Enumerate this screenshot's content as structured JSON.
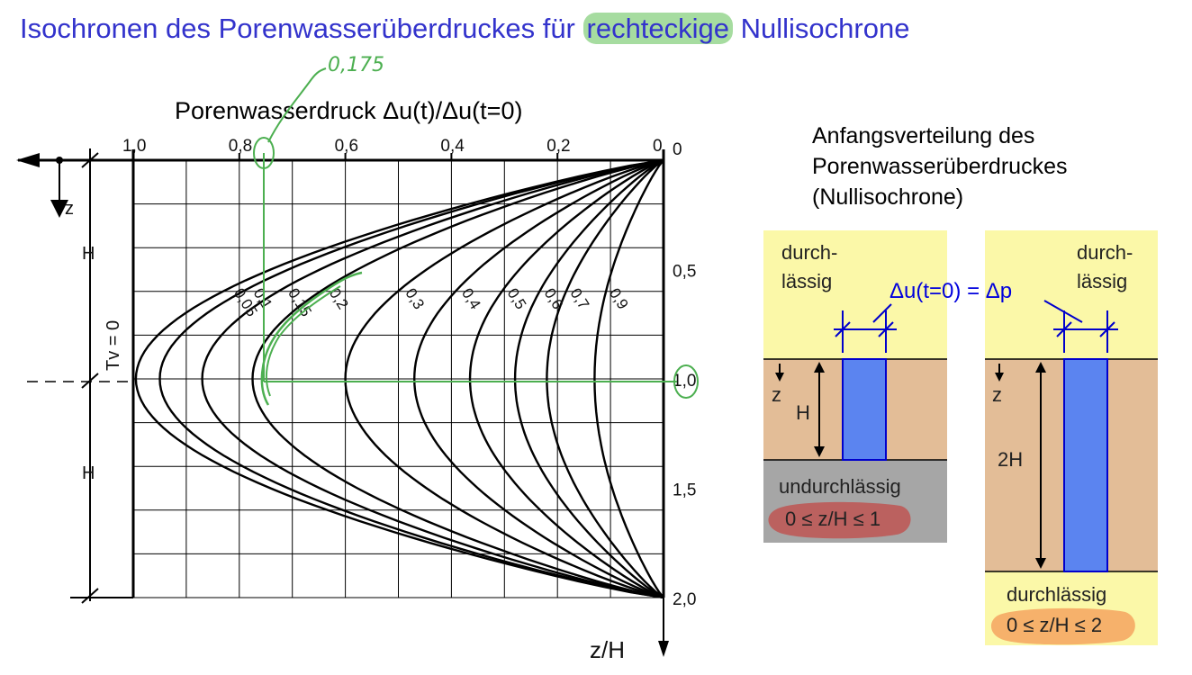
{
  "slide": {
    "title_pre": "Isochronen des Porenwasserüberdruckes für ",
    "title_highlight": "rechteckige",
    "title_post": " Nullisochrone"
  },
  "chart": {
    "title": "Porenwasserdruck Δu(t)/Δu(t=0)",
    "z_axis_label": "z/H",
    "z_symbol": "z",
    "left_H_upper": "H",
    "left_H_lower": "H",
    "tv_label": "Tv = 0"
  },
  "chart_data": {
    "type": "line",
    "x_tick_labels": [
      "1,0",
      "0,8",
      "0,6",
      "0,4",
      "0,2",
      "0"
    ],
    "x_ticks": [
      1.0,
      0.8,
      0.6,
      0.4,
      0.2,
      0.0
    ],
    "y_tick_labels": [
      "0",
      "0,5",
      "1,0",
      "1,5",
      "2,0"
    ],
    "y_ticks": [
      0,
      0.5,
      1.0,
      1.5,
      2.0
    ],
    "xlim": [
      1.0,
      0.0
    ],
    "ylim": [
      0,
      2.0
    ],
    "grid": true,
    "series": [
      {
        "name": "0,05",
        "tv": 0.05,
        "umax": 0.995
      },
      {
        "name": "0,1",
        "tv": 0.1,
        "umax": 0.95
      },
      {
        "name": "0,15",
        "tv": 0.15,
        "umax": 0.87
      },
      {
        "name": "0,2",
        "tv": 0.2,
        "umax": 0.775
      },
      {
        "name": "0,3",
        "tv": 0.3,
        "umax": 0.6
      },
      {
        "name": "0,4",
        "tv": 0.4,
        "umax": 0.47
      },
      {
        "name": "0,5",
        "tv": 0.5,
        "umax": 0.365
      },
      {
        "name": "0,6",
        "tv": 0.6,
        "umax": 0.28
      },
      {
        "name": "0,7",
        "tv": 0.7,
        "umax": 0.22
      },
      {
        "name": "0,9",
        "tv": 0.9,
        "umax": 0.13
      }
    ],
    "annotation": {
      "handwritten_value": "0,175",
      "read_u": 0.76,
      "read_z": 1.0
    }
  },
  "initial_distribution": {
    "title_line1": "Anfangsverteilung des",
    "title_line2": "Porenwasserüberdruckes",
    "title_line3": "(Nullisochrone)",
    "delta_label": "Δu(t=0) = Δp",
    "left_case": {
      "top_line1": "durch-",
      "top_line2": "lässig",
      "z_label": "z",
      "height_label": "H",
      "bottom_label": "undurchlässig",
      "range": "0 ≤ z/H ≤ 1"
    },
    "right_case": {
      "top_line1": "durch-",
      "top_line2": "lässig",
      "z_label": "z",
      "height_label": "2H",
      "bottom_label": "durchlässig",
      "range": "0 ≤ z/H ≤ 2"
    },
    "colors": {
      "yellow": "#fbf8a8",
      "soil": "#e3bd97",
      "gray": "#a6a6a6",
      "blue": "#5b84f0",
      "marker_red": "#c0504d",
      "marker_orange": "#f4a460",
      "marker_green": "#a6dca0"
    }
  }
}
